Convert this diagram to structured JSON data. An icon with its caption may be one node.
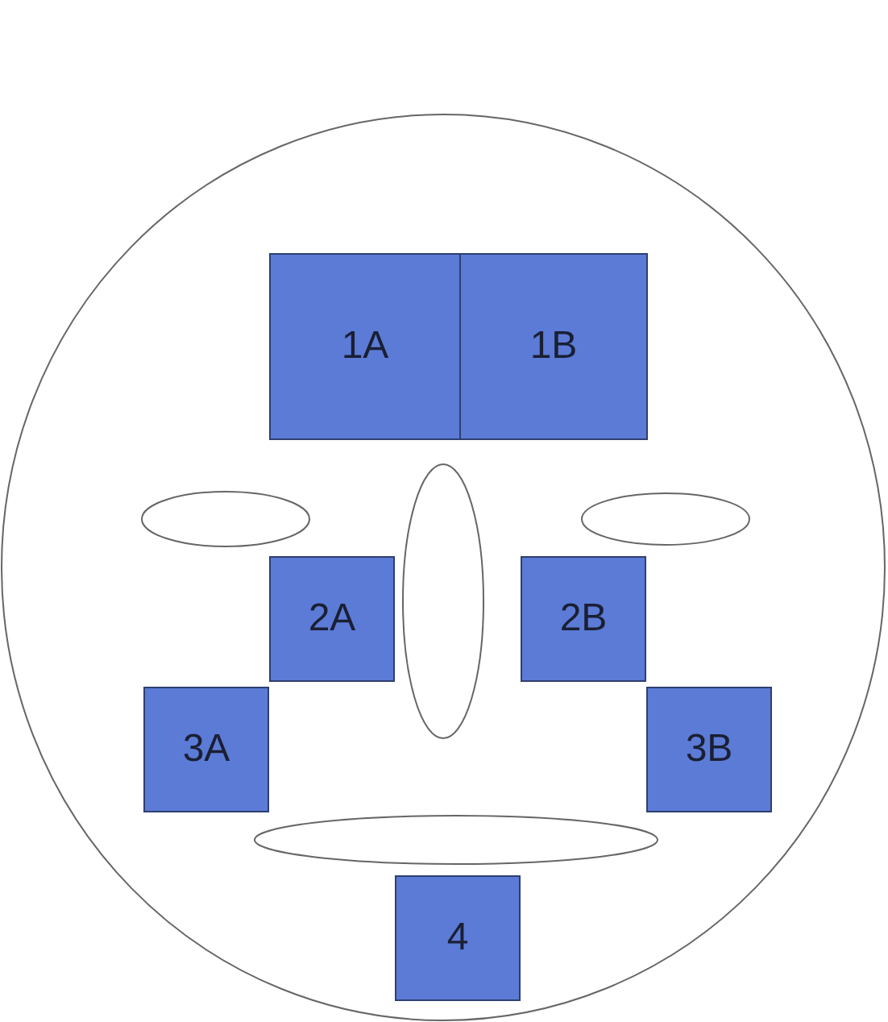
{
  "diagram": {
    "nodes": [
      {
        "text": [
          "1A"
        ]
      },
      {
        "text": [
          "1B"
        ]
      },
      {
        "text": [
          "2A"
        ]
      },
      {
        "text": [
          "2B"
        ]
      },
      {
        "text": [
          "3A"
        ]
      },
      {
        "text": [
          "3B"
        ]
      },
      {
        "text": [
          "4"
        ]
      }
    ]
  }
}
